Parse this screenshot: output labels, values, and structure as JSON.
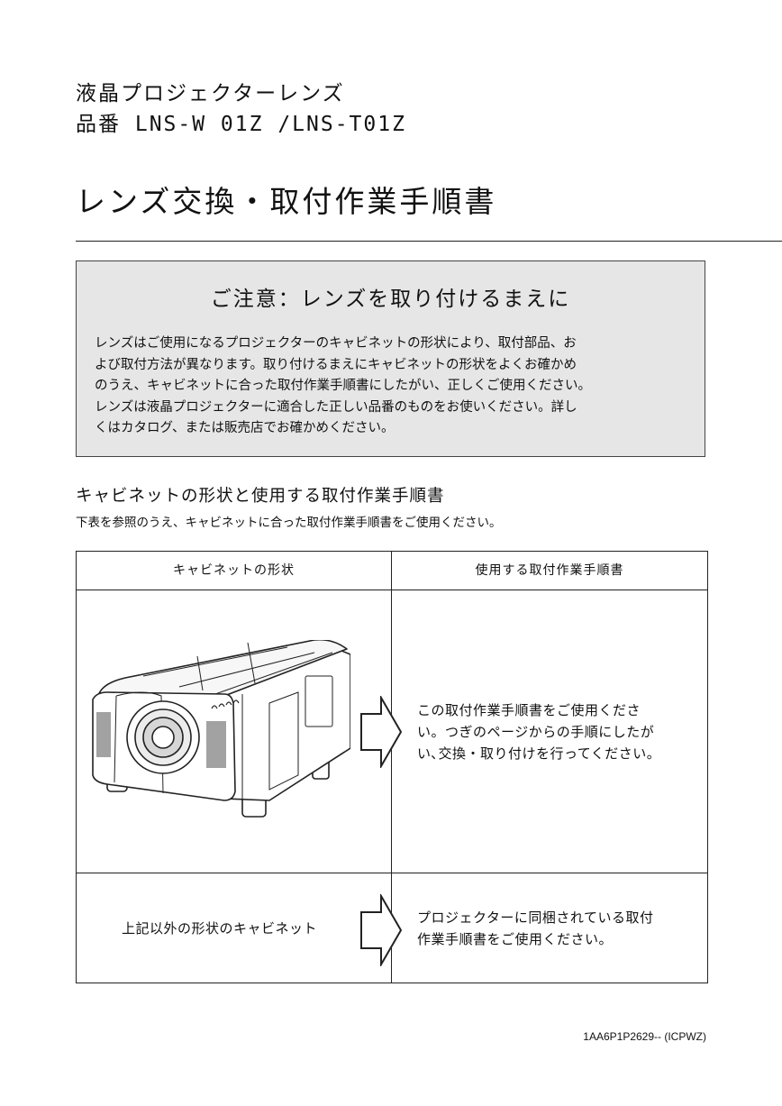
{
  "header": {
    "product_name": "液晶プロジェクターレンズ",
    "product_code": "品番 LNS-W 01Z /LNS-T01Z",
    "doc_title": "レンズ交換・取付作業手順書"
  },
  "notice": {
    "title": "ご注意：レンズを取り付けるまえに",
    "lines": [
      "レンズはご使用になるプロジェクターのキャビネットの形状により、取付部品、お",
      "よび取付方法が異なります。取り付けるまえにキャビネットの形状をよくお確かめ",
      "のうえ、キャビネットに合った取付作業手順書にしたがい、正しくご使用ください。",
      "レンズは液晶プロジェクターに適合した正しい品番のものをお使いください。詳し",
      "くはカタログ、または販売店でお確かめください。"
    ]
  },
  "section": {
    "title": "キャビネットの形状と使用する取付作業手順書",
    "subtitle": "下表を参照のうえ、キャビネットに合った取付作業手順書をご使用ください。"
  },
  "table": {
    "headers": [
      "キャビネットの形状",
      "使用する取付作業手順書"
    ],
    "rows": [
      {
        "cabinet": "",
        "instruction_lines": [
          "この取付作業手順書をご使用くださ",
          "い。つぎのページからの手順にしたが",
          "い､交換・取り付けを行ってください。"
        ]
      },
      {
        "cabinet": "上記以外の形状のキャビネット",
        "instruction_lines": [
          "プロジェクターに同梱されている取付",
          "作業手順書をご使用ください。"
        ]
      }
    ]
  },
  "footer": {
    "code": "1AA6P1P2629--  (ICPWZ)"
  }
}
